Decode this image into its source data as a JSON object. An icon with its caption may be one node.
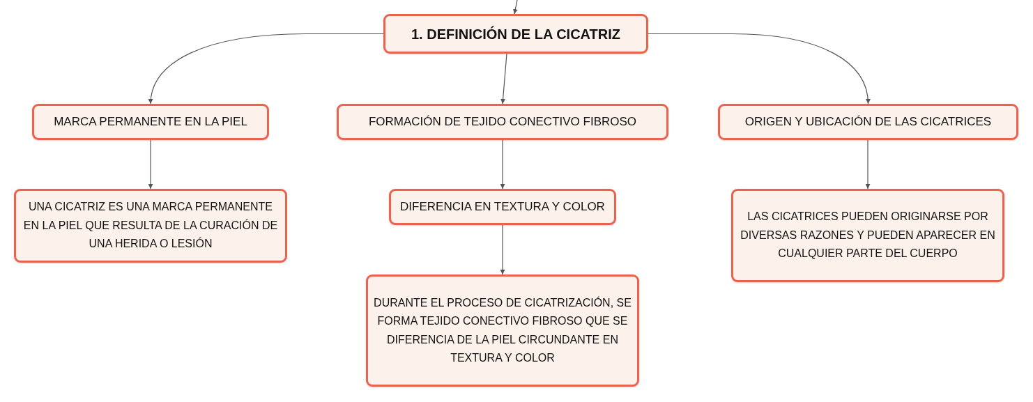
{
  "diagram": {
    "nodes": [
      {
        "text": [
          "1. DEFINICIÓN DE LA CICATRIZ"
        ]
      },
      {
        "text": [
          "MARCA PERMANENTE EN LA PIEL"
        ]
      },
      {
        "text": [
          "FORMACIÓN DE TEJIDO CONECTIVO FIBROSO"
        ]
      },
      {
        "text": [
          "ORIGEN Y UBICACIÓN DE LAS CICATRICES"
        ]
      },
      {
        "text": [
          "UNA CICATRIZ ES UNA MARCA PERMANENTE EN LA PIEL QUE RESULTA DE LA CURACIÓN DE UNA HERIDA O LESIÓN"
        ]
      },
      {
        "text": [
          "DIFERENCIA EN TEXTURA Y COLOR"
        ]
      },
      {
        "text": [
          "DURANTE EL PROCESO DE CICATRIZACIÓN, SE FORMA TEJIDO CONECTIVO FIBROSO QUE SE DIFERENCIA DE LA PIEL CIRCUNDANTE EN TEXTURA Y COLOR"
        ]
      },
      {
        "text": [
          "LAS CICATRICES PUEDEN ORIGINARSE POR DIVERSAS RAZONES Y PUEDEN APARECER EN CUALQUIER PARTE DEL CUERPO"
        ]
      }
    ],
    "edges": [
      {
        "from": null,
        "to": 0,
        "arrow": "to"
      },
      {
        "from": 0,
        "to": 1,
        "arrow": "to"
      },
      {
        "from": 0,
        "to": 2,
        "arrow": "to"
      },
      {
        "from": 0,
        "to": 3,
        "arrow": "to"
      },
      {
        "from": 1,
        "to": 4,
        "arrow": "to"
      },
      {
        "from": 2,
        "to": 5,
        "arrow": "to"
      },
      {
        "from": 5,
        "to": 6,
        "arrow": "to"
      },
      {
        "from": 3,
        "to": 7,
        "arrow": "to"
      }
    ]
  }
}
